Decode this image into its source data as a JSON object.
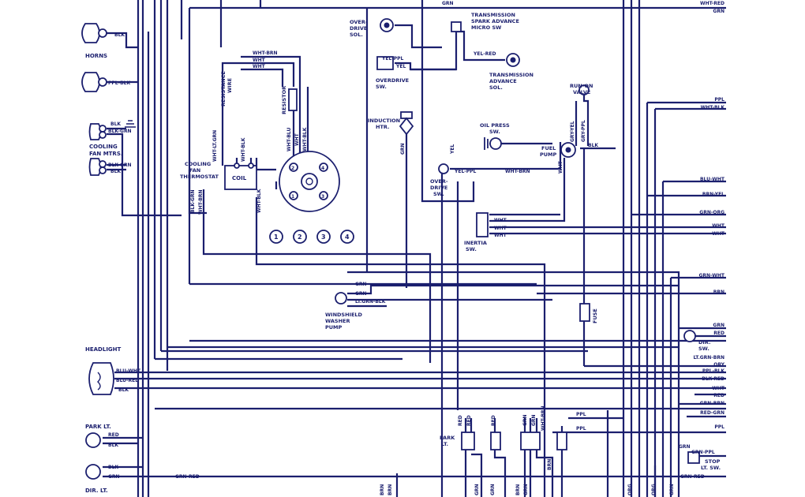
{
  "diagram": {
    "components": {
      "horns": "HORNS",
      "cooling_fan_mtrs": [
        "COOLING",
        "FAN MTRS."
      ],
      "headlight": "HEADLIGHT",
      "park_lt_left": "PARK LT.",
      "dir_lt": "DIR. LT.",
      "resistance_wire": [
        "RESISTANCE",
        "WIRE"
      ],
      "resistor": "RESISTOR",
      "coil": "COIL",
      "cooling_fan_thermostat": [
        "COOLING",
        "FAN",
        "THERMOSTAT"
      ],
      "overdrive_sol": [
        "OVER-",
        "DRIVE",
        "SOL."
      ],
      "overdrive_sw": [
        "OVERDRIVE",
        "SW."
      ],
      "overdrive_sw2": [
        "OVER-",
        "DRIVE",
        "SW."
      ],
      "induction_htr": [
        "INDUCTION",
        "HTR."
      ],
      "transmission_spark_advance": [
        "TRANSMISSION",
        "SPARK ADVANCE",
        "MICRO SW"
      ],
      "transmission_advance_sol": [
        "TRANSMISSION",
        "ADVANCE",
        "SOL."
      ],
      "run_on_valve": [
        "RUN-ON",
        "VALVE"
      ],
      "oil_press_sw": [
        "OIL PRESS",
        "SW."
      ],
      "fuel_pump": [
        "FUEL",
        "PUMP"
      ],
      "inertia_sw": [
        "INERTIA",
        "SW."
      ],
      "windshield_washer_pump": [
        "WINDSHIELD",
        "WASHER",
        "PUMP"
      ],
      "fuse": "FUSE",
      "park_lt_center": [
        "PARK",
        "LT."
      ],
      "dir_sw": [
        "DIR.",
        "SW."
      ],
      "stop_lt_sw": [
        "STOP",
        "LT. SW."
      ],
      "distributor_cyl": [
        "1",
        "2",
        "3",
        "4"
      ],
      "cap_terminals": [
        "2",
        "4",
        "1",
        "3"
      ]
    },
    "wire_labels": {
      "blk_horn": "BLK",
      "ppl_blk_horn": "PPL-BLK",
      "blk_fan": "BLK",
      "blk_grn_fan": "BLK-GRN",
      "blk_grn_fan2": "BLK-GRN",
      "blk_fan2": "BLK",
      "wht_brn": "WHT-BRN",
      "wht1": "WHT",
      "wht2": "WHT",
      "wht_lt_grn": "WHT-LT.GRN",
      "wht_blk": "WHT-BLK",
      "wht_blu": "WHT-BLU",
      "wht_r1": "WHT",
      "wht_blk_r": "WHT-BLK",
      "blk_grn_th": "BLK-GRN",
      "wht_brn_th": "WHT-BRN",
      "wht_blk_low": "WHT-BLK",
      "yel_ppl": "YEL-PPL",
      "yel": "YEL",
      "grn_ind": "GRN",
      "yel_vert": "YEL",
      "yel_red": "YEL-RED",
      "yel_ppl2": "YEL-PPL",
      "wht_brn_mid": "WHT-BRN",
      "gry_yel": "GRY-YEL",
      "gry_ppl": "GRY-PPL",
      "blk_fuel": "BLK",
      "wht_fuel": "WHT",
      "wht_in1": "WHT",
      "wht_in2": "WHT",
      "wht_in3": "WHT",
      "grn_w1": "GRN",
      "grn_w2": "GRN",
      "lt_grn_blk": "LT.GRN-BLK",
      "blu_wht_hl": "BLU-WHT",
      "blu_red_hl": "BLU-RED",
      "blk_hl": "BLK",
      "red_park": "RED",
      "blk_park": "BLK",
      "blk_dir": "BLK",
      "grn_dir": "GRN",
      "grn_red_bot": "GRN-RED",
      "red_c1": "RED",
      "red_c2": "RED",
      "red_c3": "RED",
      "grn_c1": "GRN",
      "grn_c2": "GRN",
      "wht_brn_c": "WHT-BRN",
      "ppl_c1": "PPL",
      "ppl_c2": "PPL",
      "brn_b1": "BRN",
      "brn_b2": "BRN",
      "grn_b1": "GRN",
      "grn_b2": "GRN",
      "brn_b3": "BRN",
      "grn_b3": "GRN",
      "brn_vert": "BRN",
      "org_b": "ORG",
      "org_b2": "ORG",
      "grn_b4": "GRN",
      "grn_ppl_stop": "GRN-PPL",
      "grn_stop": "GRN",
      "grn_red_stop": "GRN-RED",
      "grn_top_mid": "GRN"
    },
    "right_edge_labels": [
      "WHT-RED",
      "GRN",
      "PPL",
      "WHT-BLK",
      "BLU-WHT",
      "BRN-YEL",
      "GRN-ORG",
      "WHT",
      "WHT",
      "GRN-WHT",
      "BRN",
      "GRN",
      "RED",
      "LT.GRN-BRN",
      "ORY",
      "PPL-BLK",
      "BLK-RED",
      "WHT",
      "RED",
      "GRN-BRN",
      "RED-GRN",
      "PPL"
    ]
  }
}
